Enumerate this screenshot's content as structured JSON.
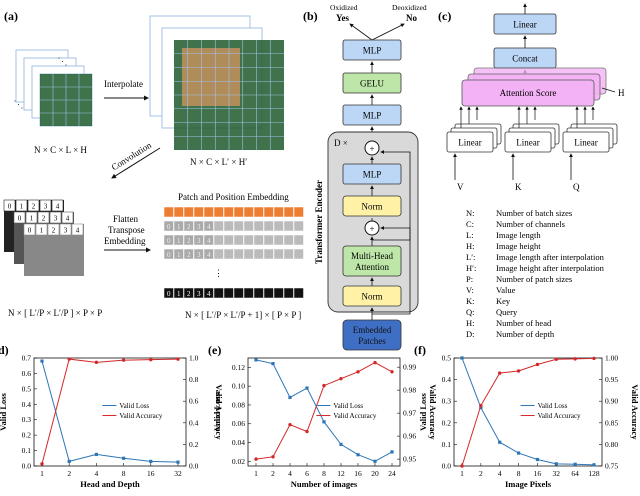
{
  "panels": {
    "a": {
      "label": "(a)",
      "interpolate": "Interpolate",
      "convolution": "Convolution",
      "flatten": [
        "Flatten",
        "Transpose",
        "Embedding"
      ],
      "patch_title": "Patch and Position Embedding",
      "dim_input": "N × C × L × H",
      "dim_interp": "N × C × L′ × H′",
      "dim_conv": "N × [ L′/P × L′/P ] × P × P",
      "dim_embed": "N × [ L′/P × L′/P + 1] × [ P × P ]",
      "grid_numbers": [
        "0",
        "1",
        "2",
        "3",
        "4"
      ],
      "dots": "⋮",
      "row_dots": "· · ·"
    },
    "b": {
      "label": "(b)",
      "oxidized": "Oxidized",
      "deoxidized": "Deoxidized",
      "yes": "Yes",
      "no": "No",
      "mlp_top": "MLP",
      "gelu": "GELU",
      "mlp_mid": "MLP",
      "encoder_label": "Transformer Encoder",
      "d_times": "D ×",
      "mlp_inner": "MLP",
      "norm_inner": "Norm",
      "mha": [
        "Multi-Head",
        "Attention"
      ],
      "norm_bottom": "Norm",
      "embedded": [
        "Embedded",
        "Patches"
      ],
      "plus": "+"
    },
    "c": {
      "label": "(c)",
      "linear_top": "Linear",
      "concat": "Concat",
      "attention": "Attention Score",
      "h": "H",
      "linear_v": "Linear",
      "linear_k": "Linear",
      "linear_q": "Linear",
      "v": "V",
      "k": "K",
      "q": "Q"
    }
  },
  "legend_defs": [
    {
      "key": "N:",
      "desc": "Number of batch sizes"
    },
    {
      "key": "C:",
      "desc": "Number of channels"
    },
    {
      "key": "L:",
      "desc": "Image length"
    },
    {
      "key": "H:",
      "desc": "Image height"
    },
    {
      "key": "L′:",
      "desc": "Image length after interpolation"
    },
    {
      "key": "H′:",
      "desc": "Image height after interpolation"
    },
    {
      "key": "P:",
      "desc": "Number of patch sizes"
    },
    {
      "key": "V:",
      "desc": "Value"
    },
    {
      "key": "K:",
      "desc": "Key"
    },
    {
      "key": "Q:",
      "desc": "Query"
    },
    {
      "key": "H:",
      "desc": "Number of head"
    },
    {
      "key": "D:",
      "desc": "Number of depth"
    }
  ],
  "colors": {
    "blue_box": "#bcd7f5",
    "green_box": "#bde6a8",
    "yellow_box": "#fff2a6",
    "embed_box": "#3f6fc5",
    "encoder_bg": "#d9d9d9",
    "attention": "#f3b2f5",
    "loss": "#2e75b6",
    "acc": "#d62728",
    "orange_row": "#ed7d31"
  },
  "chart_data": [
    {
      "type": "line",
      "label": "(d)",
      "x": [
        "1",
        "2",
        "4",
        "8",
        "16",
        "32"
      ],
      "xlabel": "Head and Depth",
      "ylabel_left": "Valid Loss",
      "ylabel_right": "Valid Accuracy",
      "ylim_left": [
        0,
        0.7
      ],
      "yticks_left": [
        "0.0",
        "0.1",
        "0.2",
        "0.3",
        "0.4",
        "0.5",
        "0.6",
        "0.7"
      ],
      "ylim_right": [
        0,
        1.0
      ],
      "yticks_right": [
        "0.0",
        "0.2",
        "0.4",
        "0.6",
        "0.8",
        "1.0"
      ],
      "legend": "center-right",
      "series": [
        {
          "name": "Valid Loss",
          "axis": "left",
          "values": [
            0.68,
            0.03,
            0.075,
            0.05,
            0.03,
            0.025
          ]
        },
        {
          "name": "Valid Accuracy",
          "axis": "right",
          "values": [
            0.02,
            0.99,
            0.96,
            0.98,
            0.985,
            0.99
          ]
        }
      ]
    },
    {
      "type": "line",
      "label": "(e)",
      "x": [
        "1",
        "2",
        "4",
        "6",
        "8",
        "12",
        "16",
        "20",
        "24"
      ],
      "xlabel": "Number of images",
      "ylabel_left": "Valid Loss",
      "ylabel_right": "Valid Accuracy",
      "ylim_left": [
        0.015,
        0.13
      ],
      "yticks_left": [
        "0.02",
        "0.04",
        "0.06",
        "0.08",
        "0.10",
        "0.12"
      ],
      "ylim_right": [
        0.947,
        0.994
      ],
      "yticks_right": [
        "0.95",
        "0.96",
        "0.97",
        "0.98",
        "0.99"
      ],
      "legend": "center-right",
      "series": [
        {
          "name": "Valid Loss",
          "axis": "left",
          "values": [
            0.128,
            0.124,
            0.088,
            0.098,
            0.062,
            0.038,
            0.027,
            0.02,
            0.03
          ]
        },
        {
          "name": "Valid Accuracy",
          "axis": "right",
          "values": [
            0.95,
            0.951,
            0.965,
            0.962,
            0.982,
            0.985,
            0.988,
            0.992,
            0.988
          ]
        }
      ]
    },
    {
      "type": "line",
      "label": "(f)",
      "x": [
        "1",
        "2",
        "4",
        "8",
        "16",
        "32",
        "64",
        "128"
      ],
      "xlabel": "Image Pixels",
      "ylabel_left": "Valid Loss",
      "ylabel_right": "Valid Accuracy",
      "ylim_left": [
        0,
        0.5
      ],
      "yticks_left": [
        "0.0",
        "0.1",
        "0.2",
        "0.3",
        "0.4",
        "0.5"
      ],
      "ylim_right": [
        0.75,
        1.0
      ],
      "yticks_right": [
        "0.75",
        "0.80",
        "0.85",
        "0.90",
        "0.95",
        "1.00"
      ],
      "legend": "center-right",
      "series": [
        {
          "name": "Valid Loss",
          "axis": "left",
          "values": [
            0.5,
            0.27,
            0.11,
            0.06,
            0.03,
            0.01,
            0.008,
            0.005
          ]
        },
        {
          "name": "Valid Accuracy",
          "axis": "right",
          "values": [
            0.75,
            0.89,
            0.965,
            0.97,
            0.985,
            0.997,
            0.998,
            0.999
          ]
        }
      ]
    }
  ]
}
